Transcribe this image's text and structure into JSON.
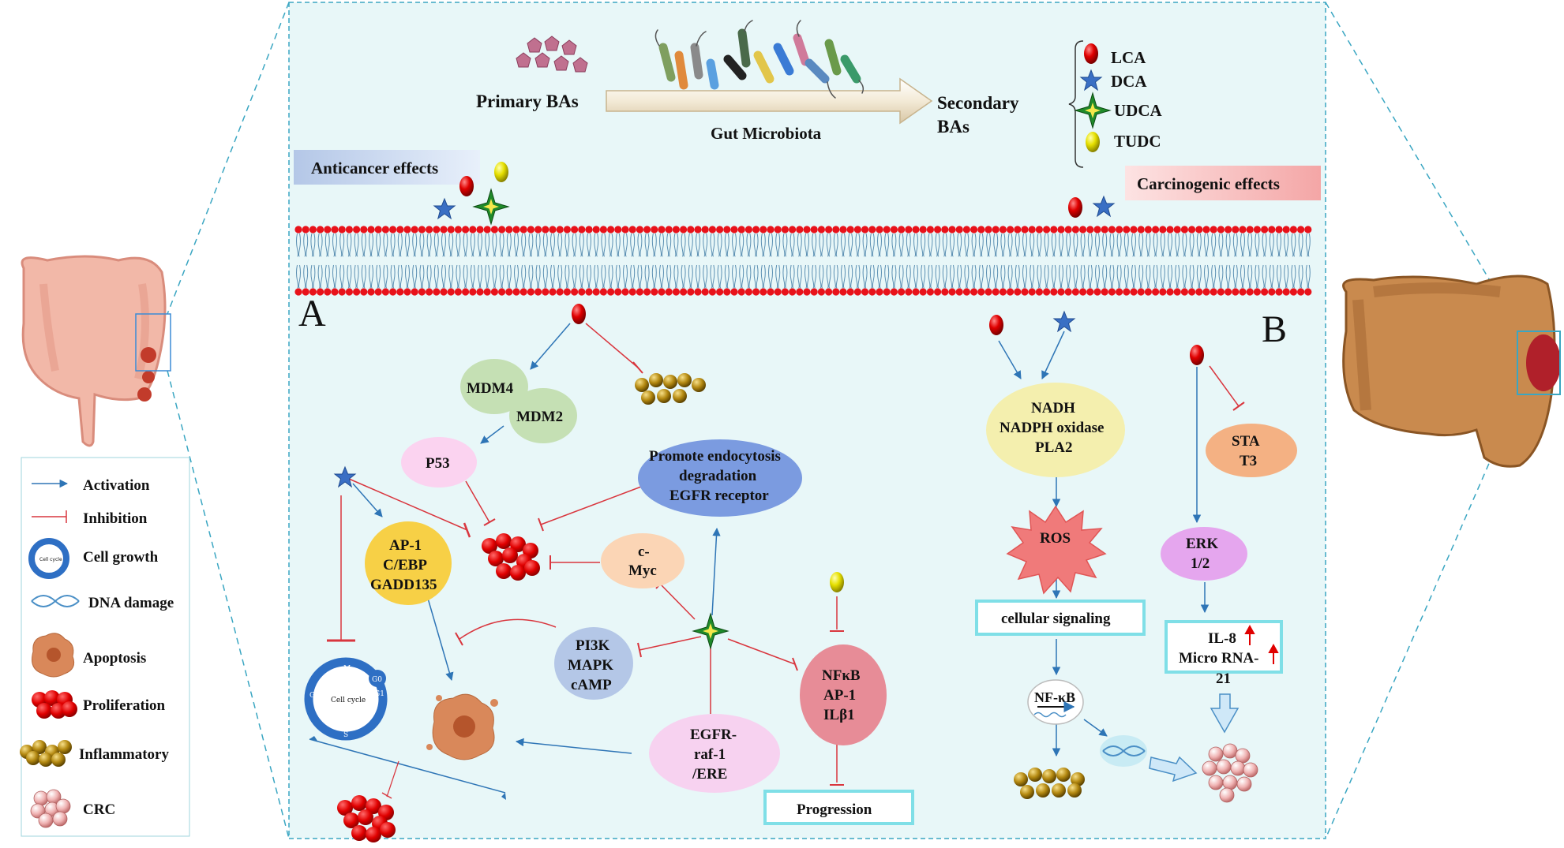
{
  "header": {
    "primary_bas": "Primary BAs",
    "gut_microbiota": "Gut Microbiota",
    "secondary_bas_line1": "Secondary",
    "secondary_bas_line2": "BAs",
    "bile_acids": [
      "LCA",
      "DCA",
      "UDCA",
      "TUDC"
    ]
  },
  "effects": {
    "anticancer": "Anticancer effects",
    "carcinogenic": "Carcinogenic effects",
    "panel_a": "A",
    "panel_b": "B"
  },
  "legend": {
    "activation": "Activation",
    "inhibition": "Inhibition",
    "cell_growth": "Cell growth",
    "dna_damage": "DNA damage",
    "apoptosis": "Apoptosis",
    "proliferation": "Proliferation",
    "inflammatory": "Inflammatory",
    "crc": "CRC"
  },
  "panel_a_nodes": {
    "mdm4": "MDM4",
    "mdm2": "MDM2",
    "p53": "P53",
    "ap1_line1": "AP-1",
    "ap1_line2": "C/EBP",
    "ap1_line3": "GADD135",
    "endo_line1": "Promote endocytosis",
    "endo_line2": "degradation",
    "endo_line3": "EGFR receptor",
    "cmyc_line1": "c-",
    "cmyc_line2": "Myc",
    "pi3k_line1": "PI3K",
    "pi3k_line2": "MAPK",
    "pi3k_line3": "cAMP",
    "egfr_line1": "EGFR-",
    "egfr_line2": "raf-1",
    "egfr_line3": "/ERE",
    "nfkb_line1": "NFκB",
    "nfkb_line2": "AP-1",
    "nfkb_line3": "ILβ1",
    "progression": "Progression",
    "cell_cycle": "Cell cycle",
    "cc_m": "M",
    "cc_g0": "G0",
    "cc_g1": "G1",
    "cc_g2": "G2",
    "cc_s": "S"
  },
  "panel_b_nodes": {
    "nadh_line1": "NADH",
    "nadh_line2": "NADPH oxidase",
    "nadh_line3": "PLA2",
    "ros": "ROS",
    "cellular_signaling": "cellular signaling",
    "nfkb": "NF-κB",
    "stat_line1": "STA",
    "stat_line2": "T3",
    "erk_line1": "ERK",
    "erk_line2": "1/2",
    "il8": "IL-8",
    "microrna_line1": "Micro RNA-",
    "microrna_line2": "21"
  },
  "colors": {
    "panel_bg": "#e8f7f8",
    "membrane_red": "#e8121a",
    "activation_blue": "#2e75b6",
    "inhibition_red": "#d9363e",
    "anticancer_box": "#b4c7e7",
    "carcinogenic_box": "#f4b6b6",
    "mdm_green": "#c5e0b4",
    "p53_pink": "#fbd3f0",
    "ap1_yellow": "#f7d046",
    "endo_blue": "#7b9be0",
    "cmyc_peach": "#fbd5b5",
    "pi3k_blue": "#b4c7e7",
    "egfr_pink": "#f7d2f0",
    "nfkb_red": "#e78c97",
    "nadh_yellow": "#f4efae",
    "stat_orange": "#f4b183",
    "erk_purple": "#e5a6ee",
    "ros_red": "#f07a7a",
    "box_cyan": "#7fdfe7"
  }
}
